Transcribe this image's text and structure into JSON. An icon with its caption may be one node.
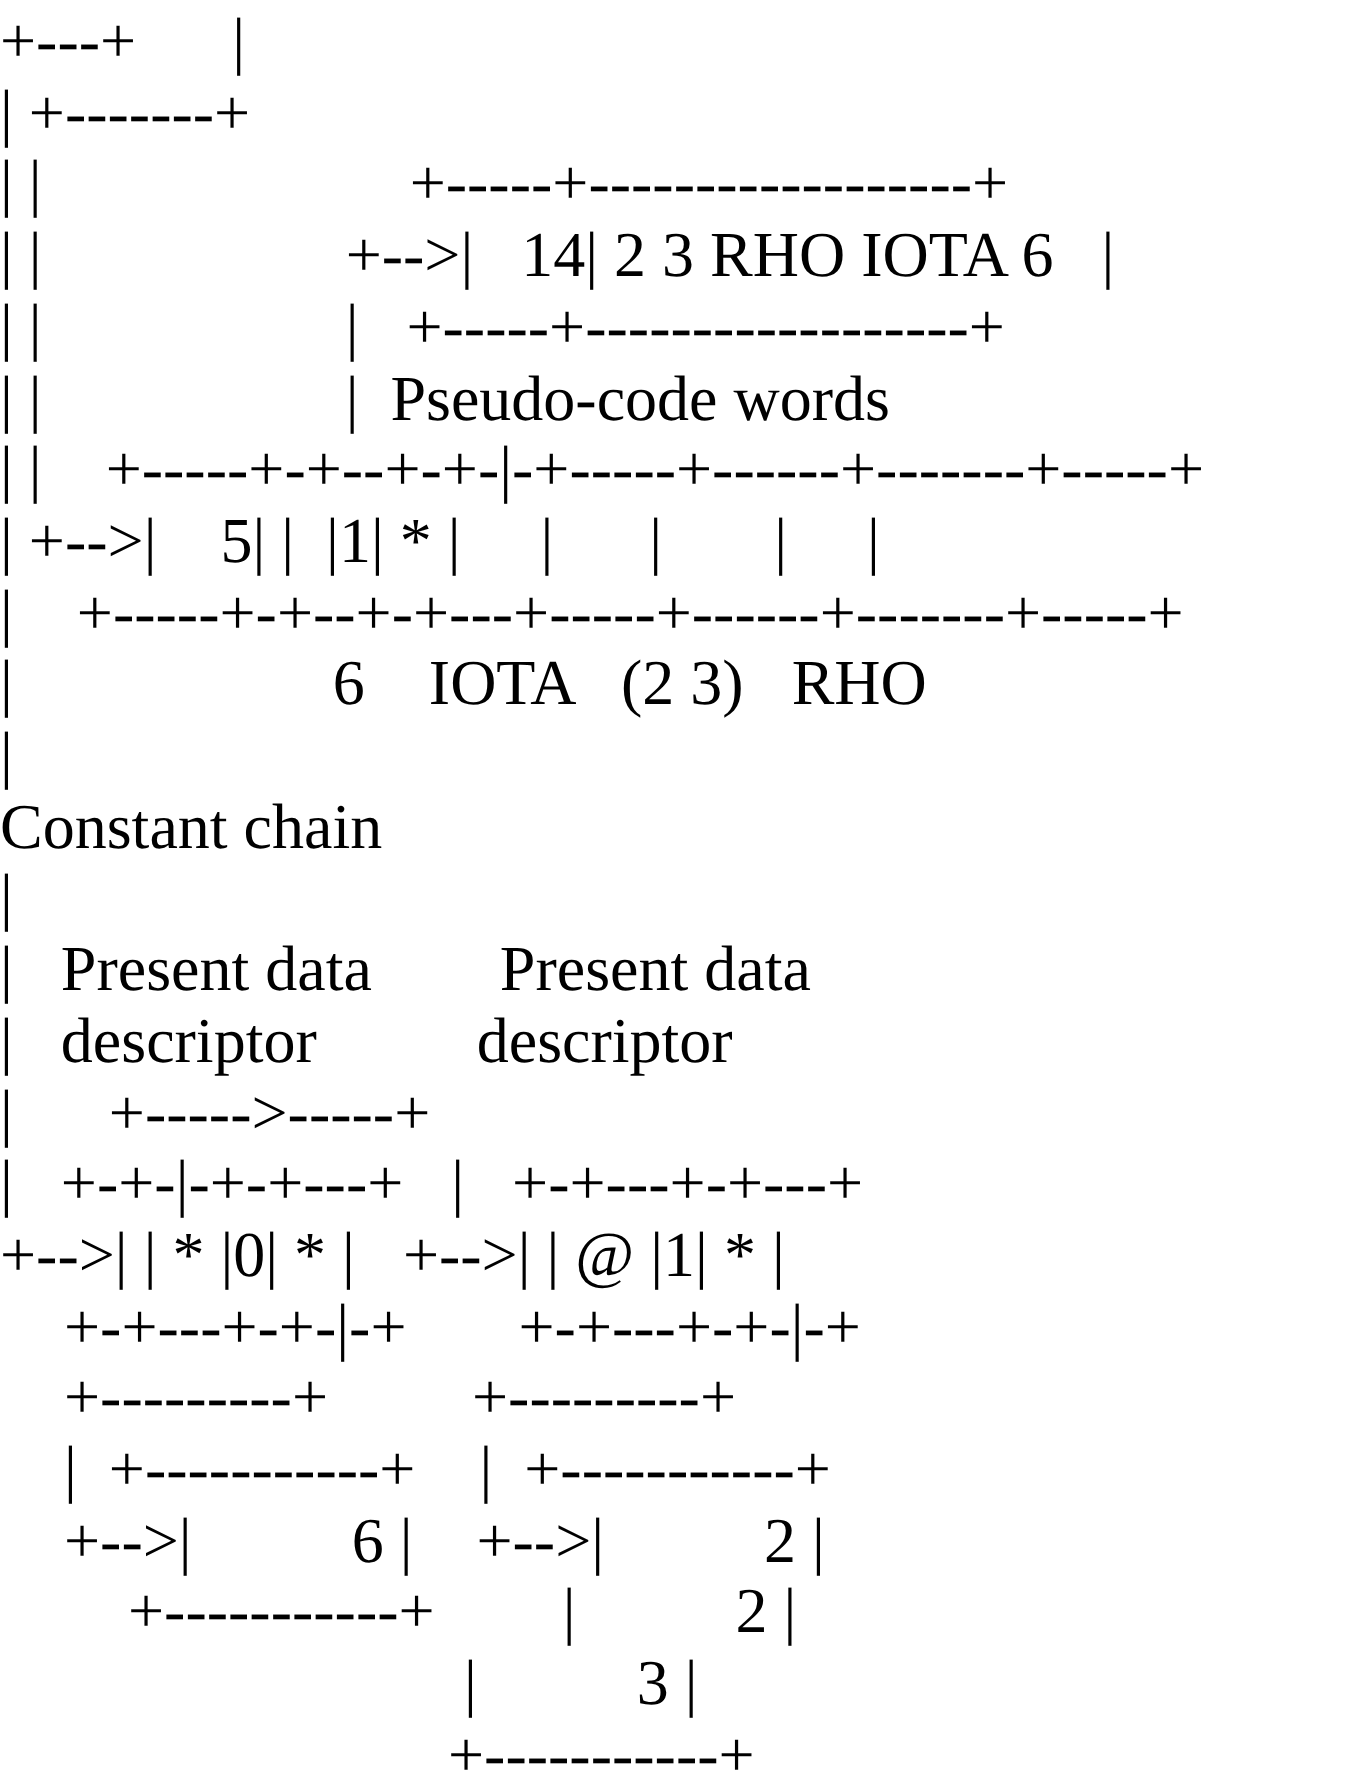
{
  "diagram": {
    "labels": [
      "+---+      |",
      "| +-------+",
      "| |                       +-----+------------------+",
      "| |                   +-->|   14| 2 3 RHO IOTA 6   |",
      "| |                   |   +-----+------------------+",
      "| |                   |  Pseudo-code words",
      "| |    +-----+-+--+-+-|-+-----+------+-------+-----+",
      "| +-->|    5| |  |1| * |     |      |       |     |",
      "|    +-----+-+--+-+---+-----+------+-------+-----+",
      "|                    6    IOTA   (2 3)   RHO",
      "|",
      "Constant chain",
      "|",
      "|   Present data        Present data",
      "|   descriptor          descriptor",
      "|      +----->-----+",
      "|   +-+-|-+-+---+   |   +-+---+-+---+",
      "+-->| | * |0| * |   +-->| | @ |1| * |",
      "    +-+---+-+-|-+       +-+---+-+-|-+",
      "    +---------+         +---------+",
      "    |  +-----------+    |  +-----------+",
      "    +-->|          6 |    +-->|          2 |",
      "        +-----------+        |          2 |",
      "                             |          3 |",
      "                            +-----------+"
    ]
  }
}
